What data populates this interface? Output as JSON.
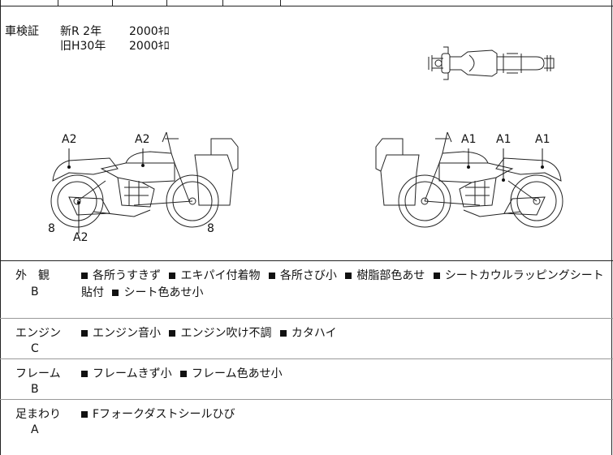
{
  "registration": {
    "label": "車検証",
    "new_era": "新R  2年",
    "new_cc": "2000ｷﾛ",
    "old_era": "旧H30年",
    "old_cc": "2000ｷﾛ"
  },
  "damage_markers": {
    "left_side": [
      {
        "code": "A2"
      },
      {
        "code": "A2"
      },
      {
        "code": "8"
      },
      {
        "code": "A2"
      },
      {
        "code": "8"
      }
    ],
    "right_side": [
      {
        "code": "A1"
      },
      {
        "code": "A1"
      },
      {
        "code": "A1"
      }
    ]
  },
  "sections": [
    {
      "category": "外　観",
      "grade": "B",
      "items": [
        "各所うすきず",
        "エキパイ付着物",
        "各所さび小",
        "樹脂部色あせ",
        "シートカウルラッピングシート貼付",
        "シート色あせ小"
      ]
    },
    {
      "category": "エンジン",
      "grade": "C",
      "items": [
        "エンジン音小",
        "エンジン吹け不調",
        "カタハイ"
      ]
    },
    {
      "category": "フレーム",
      "grade": "B",
      "items": [
        "フレームきず小",
        "フレーム色あせ小"
      ]
    },
    {
      "category": "足まわり",
      "grade": "A",
      "items": [
        "Fフォークダストシールひび"
      ]
    }
  ]
}
